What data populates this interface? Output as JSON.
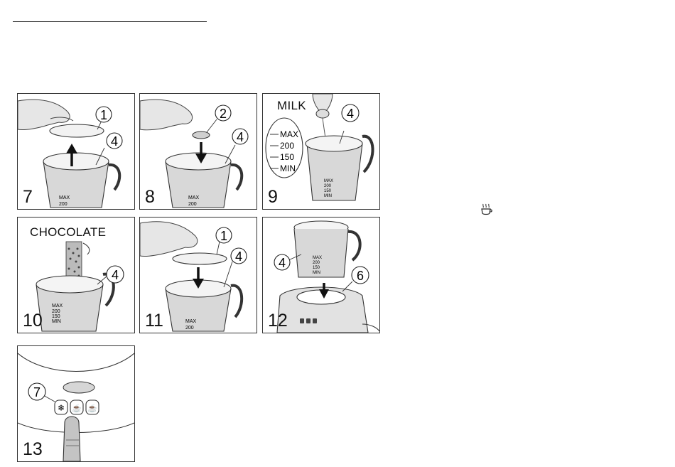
{
  "panels": [
    {
      "step": "7",
      "callouts": [
        "1",
        "4"
      ]
    },
    {
      "step": "8",
      "callouts": [
        "2",
        "4"
      ]
    },
    {
      "step": "9",
      "label": "MILK",
      "callouts": [
        "4"
      ],
      "scale": [
        "MAX",
        "200",
        "150",
        "MIN"
      ]
    },
    {
      "step": "10",
      "label": "CHOCOLATE",
      "callouts": [
        "4"
      ]
    },
    {
      "step": "11",
      "callouts": [
        "1",
        "4"
      ]
    },
    {
      "step": "12",
      "callouts": [
        "4",
        "6"
      ]
    },
    {
      "step": "13",
      "callouts": [
        "7"
      ]
    }
  ],
  "jug_scale_short": [
    "MAX",
    "200"
  ],
  "jug_scale_full": [
    "MAX",
    "200",
    "150",
    "MIN"
  ],
  "icons": {
    "side": "hot-drink-cup-icon",
    "buttons": [
      "snowflake-icon",
      "hot-foam-icon",
      "hot-milk-icon"
    ]
  }
}
